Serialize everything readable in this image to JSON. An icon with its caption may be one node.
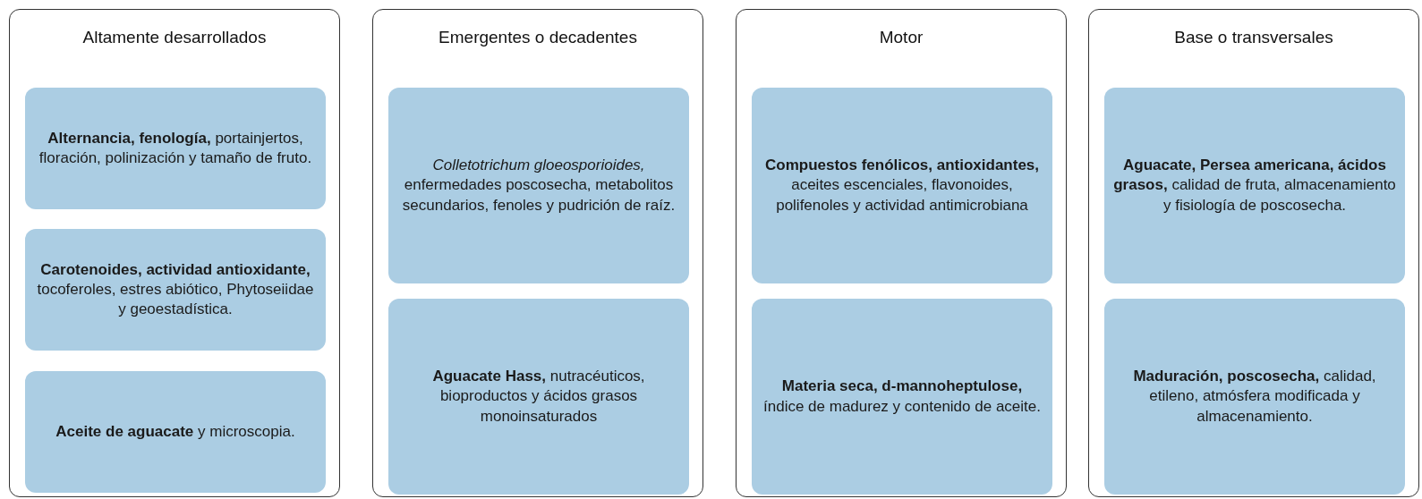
{
  "diagram": {
    "nodes": [
      {
        "text": [
          "Altamente desarrollados"
        ]
      },
      {
        "text": [
          "**Alternancia, fenología,** portainjertos, floración, polinización y tamaño de fruto."
        ],
        "in": 0
      },
      {
        "text": [
          "**Carotenoides, actividad antioxidante,** tocoferoles, estres abiótico, Phytoseiidae y geoestadística."
        ],
        "in": 0
      },
      {
        "text": [
          "**Aceite de aguacate** y microscopia."
        ],
        "in": 0
      },
      {
        "text": [
          "Emergentes o decadentes"
        ]
      },
      {
        "text": [
          "*Colletotrichum gloeosporioides,* enfermedades poscosecha, metabolitos secundarios, fenoles y pudrición de raíz."
        ],
        "in": 4
      },
      {
        "text": [
          "**Aguacate Hass,** nutracéuticos, bioproductos y ácidos grasos monoinsaturados"
        ],
        "in": 4
      },
      {
        "text": [
          "Motor"
        ]
      },
      {
        "text": [
          "**Compuestos fenólicos, antioxidantes,** aceites escenciales, flavonoides, polifenoles y actividad antimicrobiana"
        ],
        "in": 7
      },
      {
        "text": [
          "**Materia seca, d-mannoheptulose,** índice de madurez y contenido de aceite."
        ],
        "in": 7
      },
      {
        "text": [
          "Base o transversales"
        ]
      },
      {
        "text": [
          "**Aguacate, Persea americana, ácidos grasos,** calidad de fruta, almacenamiento y fisiología de poscosecha."
        ],
        "in": 10
      },
      {
        "text": [
          "**Maduración, poscosecha,** calidad, etileno, atmósfera modificada y almacenamiento."
        ],
        "in": 10
      }
    ]
  }
}
